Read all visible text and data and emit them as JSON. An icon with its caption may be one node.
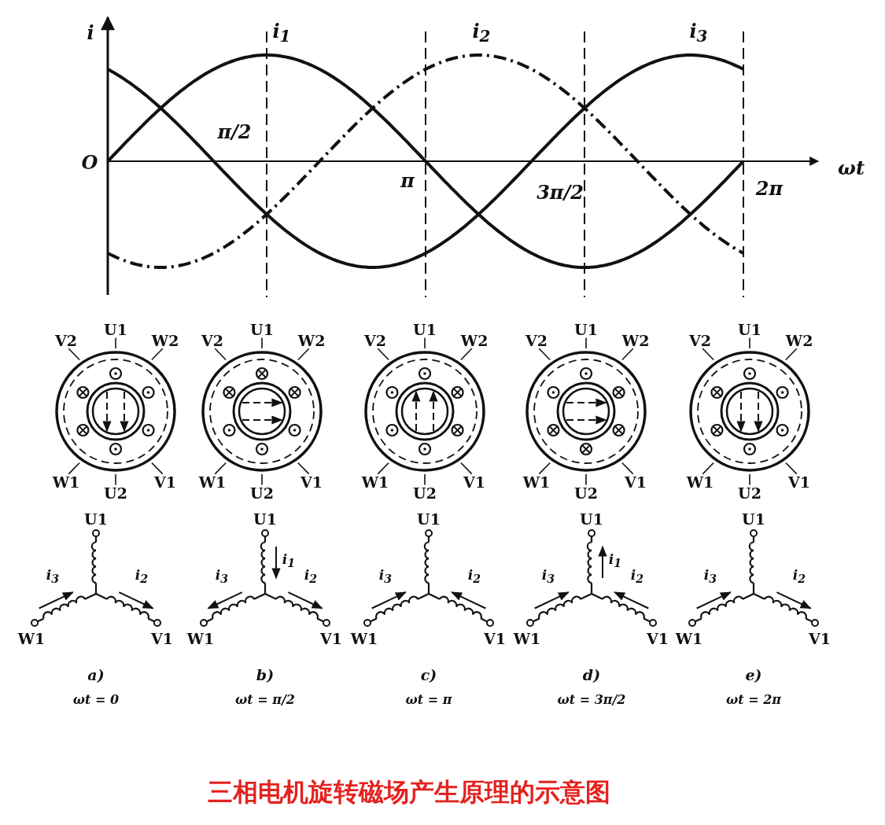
{
  "diagram": {
    "caption": "三相电机旋转磁场产生原理的示意图",
    "nodes": [
      {
        "text": [
          "U1"
        ]
      },
      {
        "text": [
          "V2"
        ]
      },
      {
        "text": [
          "W2"
        ]
      },
      {
        "text": [
          "W1"
        ]
      },
      {
        "text": [
          "V1"
        ]
      },
      {
        "text": [
          "U2"
        ]
      },
      {
        "text": [
          "U1"
        ]
      },
      {
        "text": [
          "V2"
        ]
      },
      {
        "text": [
          "W2"
        ]
      },
      {
        "text": [
          "W1"
        ]
      },
      {
        "text": [
          "V1"
        ]
      },
      {
        "text": [
          "U2"
        ]
      },
      {
        "text": [
          "U1"
        ]
      },
      {
        "text": [
          "V2"
        ]
      },
      {
        "text": [
          "W2"
        ]
      },
      {
        "text": [
          "W1"
        ]
      },
      {
        "text": [
          "V1"
        ]
      },
      {
        "text": [
          "U2"
        ]
      },
      {
        "text": [
          "U1"
        ]
      },
      {
        "text": [
          "V2"
        ]
      },
      {
        "text": [
          "W2"
        ]
      },
      {
        "text": [
          "W1"
        ]
      },
      {
        "text": [
          "V1"
        ]
      },
      {
        "text": [
          "U2"
        ]
      },
      {
        "text": [
          "U1"
        ]
      },
      {
        "text": [
          "V2"
        ]
      },
      {
        "text": [
          "W2"
        ]
      },
      {
        "text": [
          "W1"
        ]
      },
      {
        "text": [
          "V1"
        ]
      },
      {
        "text": [
          "U2"
        ]
      },
      {
        "text": [],
        "shape": "circle"
      },
      {
        "text": [],
        "shape": "circle"
      },
      {
        "text": [],
        "shape": "circle"
      },
      {
        "text": [],
        "shape": "circle"
      },
      {
        "text": [],
        "shape": "circle"
      }
    ],
    "edges": [
      {
        "from": 0,
        "to": 30,
        "arrow": "none"
      },
      {
        "from": 1,
        "to": 30,
        "arrow": "none"
      },
      {
        "from": 2,
        "to": 30,
        "arrow": "none"
      },
      {
        "from": 3,
        "to": 30,
        "arrow": "none"
      },
      {
        "from": 4,
        "to": 30,
        "arrow": "none"
      },
      {
        "from": 5,
        "to": 30,
        "arrow": "none"
      },
      {
        "from": 6,
        "to": 31,
        "arrow": "none"
      },
      {
        "from": 7,
        "to": 31,
        "arrow": "none"
      },
      {
        "from": 8,
        "to": 31,
        "arrow": "none"
      },
      {
        "from": 9,
        "to": 31,
        "arrow": "none"
      },
      {
        "from": 10,
        "to": 31,
        "arrow": "none"
      },
      {
        "from": 11,
        "to": 31,
        "arrow": "none"
      },
      {
        "from": 12,
        "to": 32,
        "arrow": "none"
      },
      {
        "from": 13,
        "to": 32,
        "arrow": "none"
      },
      {
        "from": 14,
        "to": 32,
        "arrow": "none"
      },
      {
        "from": 15,
        "to": 32,
        "arrow": "none"
      },
      {
        "from": 16,
        "to": 32,
        "arrow": "none"
      },
      {
        "from": 17,
        "to": 32,
        "arrow": "none"
      },
      {
        "from": 18,
        "to": 33,
        "arrow": "none"
      },
      {
        "from": 19,
        "to": 33,
        "arrow": "none"
      },
      {
        "from": 20,
        "to": 33,
        "arrow": "none"
      },
      {
        "from": 21,
        "to": 33,
        "arrow": "none"
      },
      {
        "from": 22,
        "to": 33,
        "arrow": "none"
      },
      {
        "from": 23,
        "to": 33,
        "arrow": "none"
      },
      {
        "from": 24,
        "to": 34,
        "arrow": "none"
      },
      {
        "from": 25,
        "to": 34,
        "arrow": "none"
      },
      {
        "from": 26,
        "to": 34,
        "arrow": "none"
      },
      {
        "from": 27,
        "to": 34,
        "arrow": "none"
      },
      {
        "from": 28,
        "to": 34,
        "arrow": "none"
      },
      {
        "from": 29,
        "to": 34,
        "arrow": "none"
      }
    ],
    "labels": [
      "i",
      "i$_{1}$",
      "i$_{2}$",
      "i$_{3}$",
      "O",
      "π/2",
      "π",
      "ωt",
      "3π/2",
      "2π",
      "U1",
      "i$_{3}$",
      "i$_{2}$",
      "W1",
      "V1",
      "a)",
      "ωt = 0",
      "U1",
      "i$_{1}$",
      "i$_{3}$",
      "i$_{2}$",
      "W1",
      "V1",
      "b)",
      "ωt = π/2",
      "U1",
      "i$_{3}$",
      "i$_{2}$",
      "W1",
      "V1",
      "c)",
      "ωt = π",
      "U1",
      "i$_{1}$",
      "i$_{3}$",
      "i$_{2}$",
      "W1",
      "V1",
      "d)",
      "ωt = 3π/2",
      "U1",
      "i$_{3}$",
      "i$_{2}$",
      "W1",
      "V1",
      "e)",
      "ωt = 2π"
    ]
  }
}
